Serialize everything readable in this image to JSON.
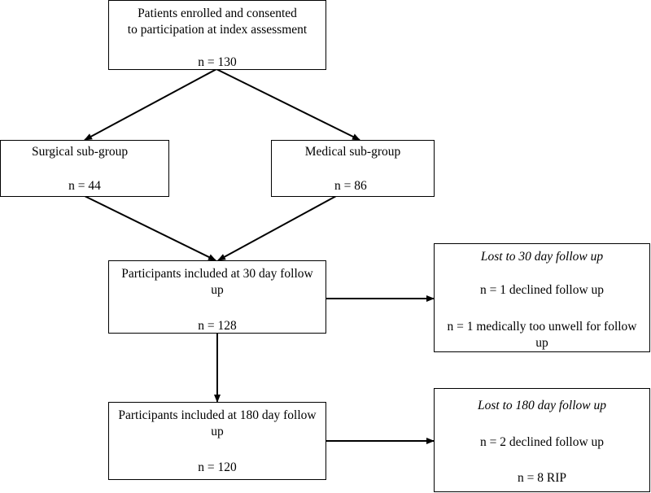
{
  "nodes": {
    "enrolled": {
      "line1": "Patients enrolled and consented",
      "line2": "to participation at index assessment",
      "count": "n = 130"
    },
    "surgical": {
      "label": "Surgical sub-group",
      "count": "n = 44"
    },
    "medical": {
      "label": "Medical sub-group",
      "count": "n = 86"
    },
    "followup30": {
      "line1": "Participants included at 30 day follow",
      "line2": "up",
      "count": "n = 128"
    },
    "lost30": {
      "title": "Lost to 30 day follow up",
      "item1": "n = 1 declined follow up",
      "item2_line1": "n = 1  medically too unwell for follow",
      "item2_line2": "up"
    },
    "followup180": {
      "line1": "Participants included at 180 day follow",
      "line2": "up",
      "count": "n = 120"
    },
    "lost180": {
      "title": "Lost to 180 day follow up",
      "item1": "n = 2 declined follow up",
      "item2": "n = 8 RIP"
    }
  },
  "colors": {
    "line": "#000000",
    "background": "#ffffff"
  }
}
